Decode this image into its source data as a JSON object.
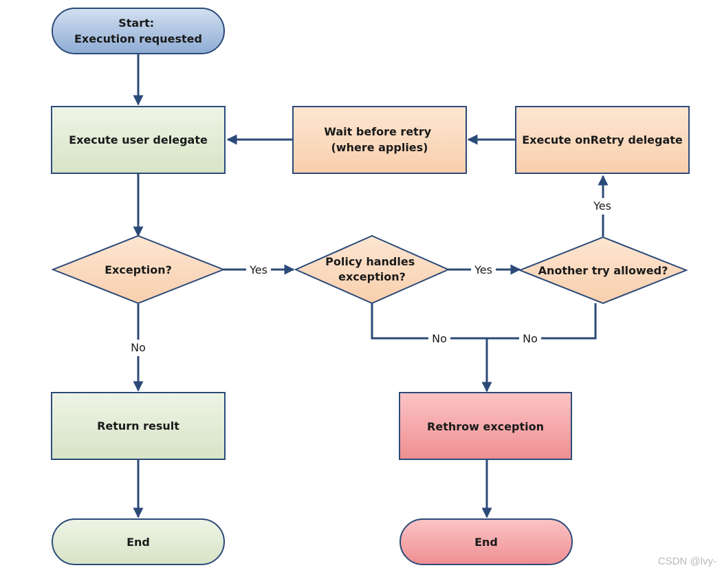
{
  "nodes": {
    "start": {
      "lines": [
        "Start:",
        "Execution requested"
      ]
    },
    "execute_user_delegate": {
      "lines": [
        "Execute user delegate"
      ]
    },
    "wait_before_retry": {
      "lines": [
        "Wait before retry",
        "(where applies)"
      ]
    },
    "execute_onretry": {
      "lines": [
        "Execute onRetry delegate"
      ]
    },
    "exception_decision": {
      "lines": [
        "Exception?"
      ]
    },
    "policy_handles_decision": {
      "lines": [
        "Policy handles",
        "exception?"
      ]
    },
    "another_try_decision": {
      "lines": [
        "Another try allowed?"
      ]
    },
    "return_result": {
      "lines": [
        "Return result"
      ]
    },
    "rethrow_exception": {
      "lines": [
        "Rethrow exception"
      ]
    },
    "end_left": {
      "lines": [
        "End"
      ]
    },
    "end_right": {
      "lines": [
        "End"
      ]
    }
  },
  "edge_labels": {
    "exception_yes": "Yes",
    "policy_yes": "Yes",
    "another_try_yes": "Yes",
    "exception_no": "No",
    "policy_no": "No",
    "another_try_no": "No"
  },
  "watermark": "CSDN @lvy-",
  "colors": {
    "arrow": "#2b4a78",
    "outline": "#2b4a78",
    "blue_fill": "#a9c2e2",
    "green_fill": "#e2ecd6",
    "peach_fill": "#fbd9bd",
    "red_fill": "#f3a3a5"
  }
}
